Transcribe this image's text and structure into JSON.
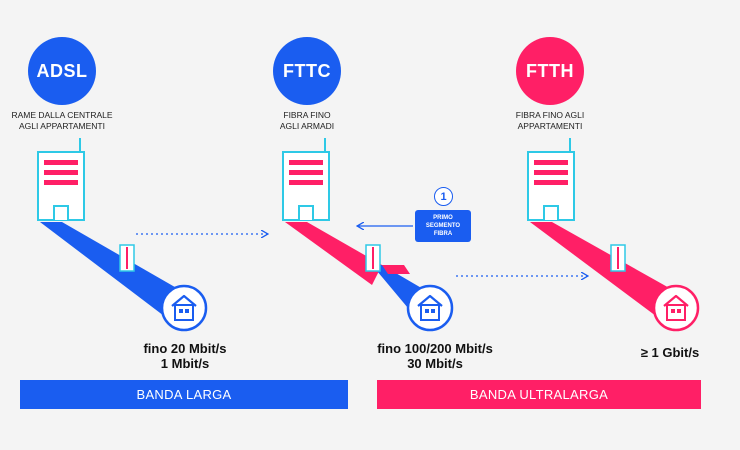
{
  "colors": {
    "blue": "#1a5df0",
    "pink": "#ff1f66",
    "cyan": "#2ec9e6"
  },
  "columns": [
    {
      "id": "adsl",
      "label": "ADSL",
      "subtitle_lines": [
        "RAME DALLA CENTRALE",
        "AGLI APPARTAMENTI"
      ],
      "speed_lines": [
        "fino 20 Mbit/s",
        "1 Mbit/s"
      ]
    },
    {
      "id": "fttc",
      "label": "FTTC",
      "subtitle_lines": [
        "FIBRA FINO",
        "AGLI ARMADI"
      ],
      "speed_lines": [
        "fino 100/200 Mbit/s",
        "30 Mbit/s"
      ]
    },
    {
      "id": "ftth",
      "label": "FTTH",
      "subtitle_lines": [
        "FIBRA FINO AGLI",
        "APPARTAMENTI"
      ],
      "speed_lines": [
        "≥ 1 Gbit/s"
      ]
    }
  ],
  "callout": {
    "number": "1",
    "lines": [
      "PRIMO",
      "SEGMENTO",
      "FIBRA"
    ]
  },
  "bands": {
    "broadband": "BANDA LARGA",
    "ultrabroadband": "BANDA ULTRALARGA"
  },
  "icons": [
    "building-icon",
    "cabinet-icon",
    "house-icon",
    "arrow-right-icon",
    "arrow-left-icon"
  ]
}
